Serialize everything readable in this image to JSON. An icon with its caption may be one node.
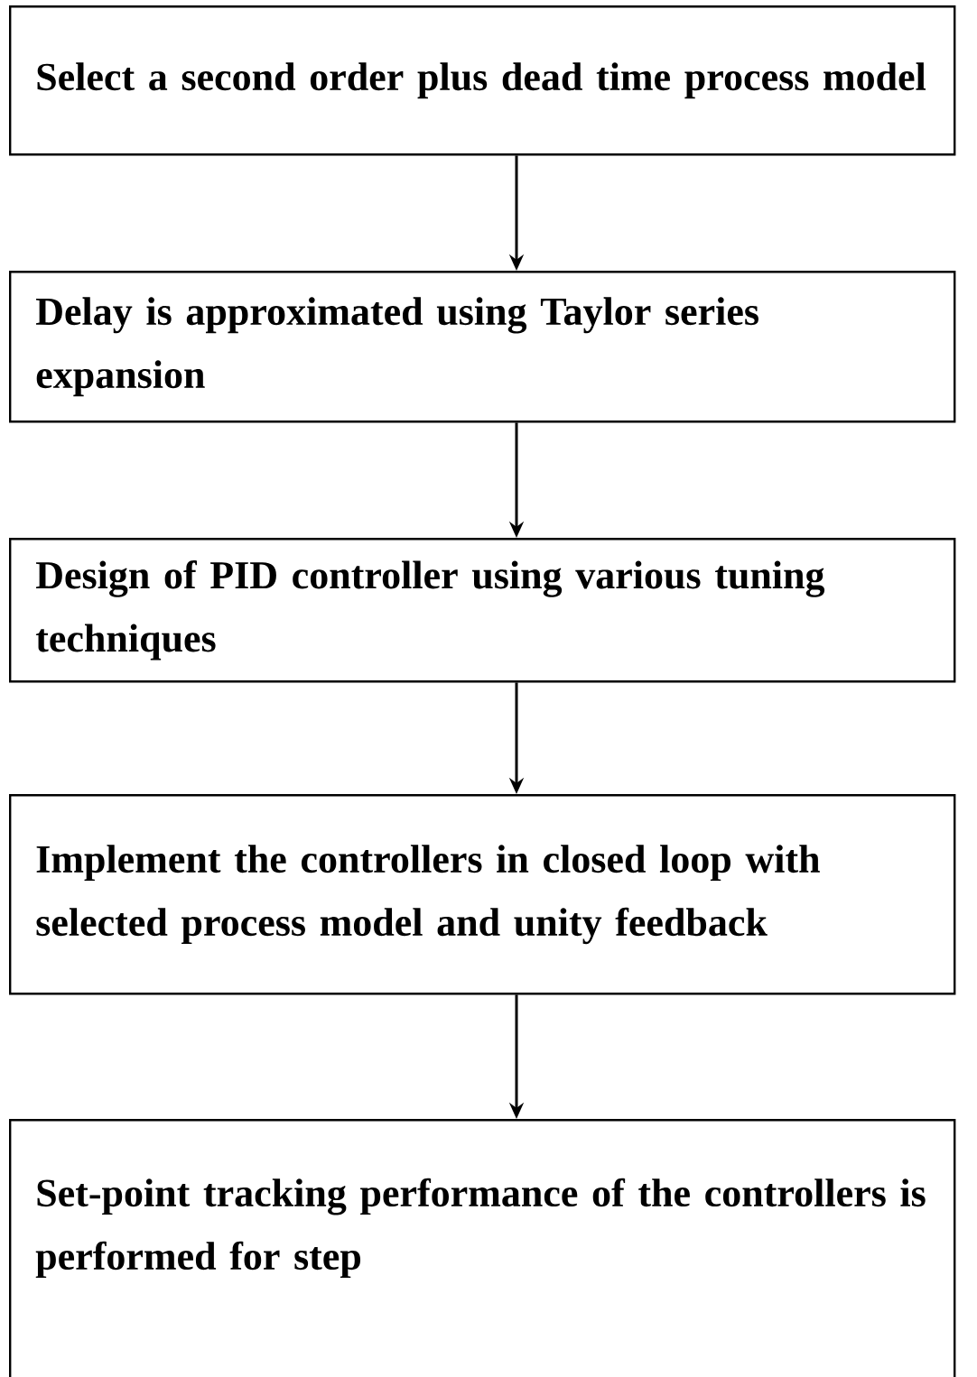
{
  "diagram": {
    "nodes": [
      {
        "text": [
          "Select a second order plus dead time process model"
        ]
      },
      {
        "text": [
          "Delay is approximated using Taylor series expansion"
        ]
      },
      {
        "text": [
          "Design of PID controller using various tuning techniques"
        ]
      },
      {
        "text": [
          "Implement the controllers in closed loop with selected process model and unity feedback"
        ]
      },
      {
        "text": [
          "Set-point tracking performance of the controllers is performed for step"
        ]
      }
    ],
    "edges": [
      {
        "from": 0,
        "to": 1,
        "arrow": "to"
      },
      {
        "from": 1,
        "to": 2,
        "arrow": "to"
      },
      {
        "from": 2,
        "to": 3,
        "arrow": "to"
      },
      {
        "from": 3,
        "to": 4,
        "arrow": "to"
      }
    ]
  }
}
